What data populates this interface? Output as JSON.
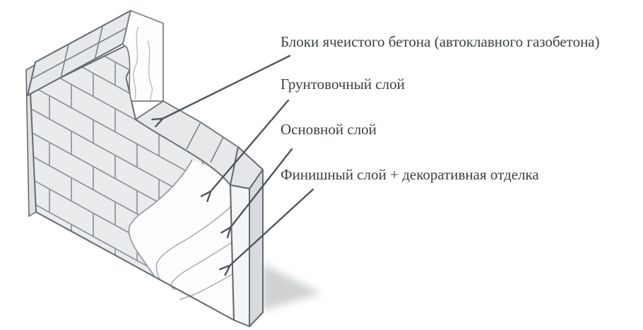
{
  "figure": {
    "type": "annotated-wall-diagram",
    "labels": [
      {
        "id": "blocks",
        "text": "Блоки ячеистого бетона (автоклавного газобетона)"
      },
      {
        "id": "primer",
        "text": "Грунтовочный слой"
      },
      {
        "id": "base",
        "text": "Основной слой"
      },
      {
        "id": "finish",
        "text": "Финишный слой + декоративная отделка"
      }
    ],
    "colors": {
      "background": "#ffffff",
      "block_fill": "#e9ebed",
      "top_face_fill": "#e6e8ea",
      "joint_line": "#8f949a",
      "outline": "#646a71",
      "plaster_white": "#fdfdfe",
      "plaster_curve": "#abb0b5",
      "column_left_face": "#f4f5f7",
      "column_right_face": "#d8dbde",
      "shadow": "#c8cacc",
      "arrow": "#50555b",
      "text": "#3c4043"
    }
  }
}
